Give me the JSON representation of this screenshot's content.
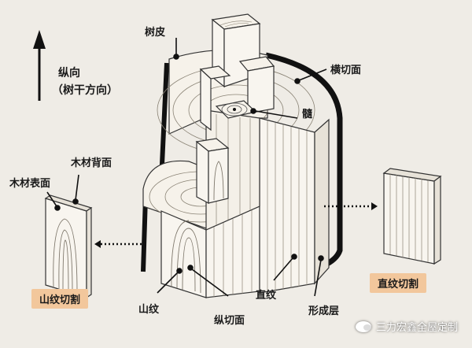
{
  "labels": {
    "longitudinal": "纵向",
    "trunk_dir": "（树干方向）",
    "bark": "树皮",
    "cross_section": "横切面",
    "pith": "髓",
    "back_face": "木材背面",
    "front_face": "木材表面",
    "mountain_grain": "山纹",
    "longitudinal_section": "纵切面",
    "straight_grain": "直纹",
    "cambium": "形成层"
  },
  "tags": {
    "flat_sawn": "山纹切割",
    "quarter_sawn": "直纹切割"
  },
  "watermark": "三力宏鑫全屋定制",
  "colors": {
    "background": "#efece6",
    "tag_fill": "#f2c79c",
    "ink": "#1a1a1a"
  }
}
